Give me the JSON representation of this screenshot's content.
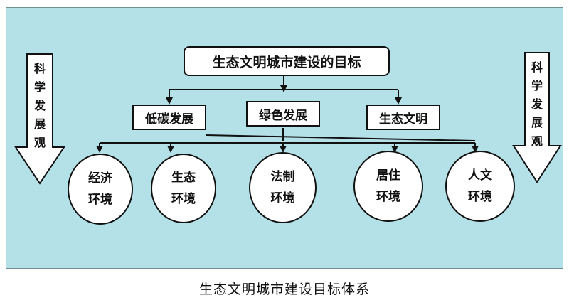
{
  "diagram": {
    "top_goal": "生态文明城市建设的目标",
    "sub_goals": [
      "低碳发展",
      "绿色发展",
      "生态文明"
    ],
    "environments": [
      {
        "line1": "经济",
        "line2": "环境"
      },
      {
        "line1": "生态",
        "line2": "环境"
      },
      {
        "line1": "法制",
        "line2": "环境"
      },
      {
        "line1": "居住",
        "line2": "环境"
      },
      {
        "line1": "人文",
        "line2": "环境"
      }
    ],
    "side_arrows": {
      "left": "科学发展观",
      "right": "科学发展观"
    }
  },
  "caption": "生态文明城市建设目标体系",
  "colors": {
    "panel_bg": "#b4e0e7",
    "box_bg": "#ffffff",
    "stroke": "#111111"
  }
}
